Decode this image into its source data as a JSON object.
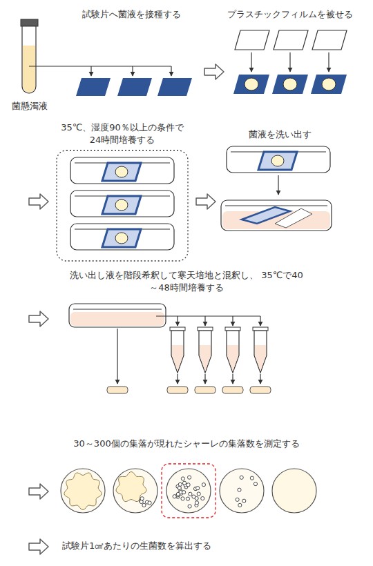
{
  "diagram": {
    "labels": [
      "試験片へ菌液を接種する",
      "プラスチックフィルムを被せる",
      "菌懸濁液",
      "35℃、湿度90％以上の条件で 24時間培養する",
      "菌液を洗い出す",
      "洗い出し液を階段希釈して寒天培地と混釈し、 35℃で40～48時間培養する",
      "30～300個の集落が現れたシャーレの集落数を測定する",
      "試験片1㎠あたりの生菌数を算出する"
    ]
  }
}
